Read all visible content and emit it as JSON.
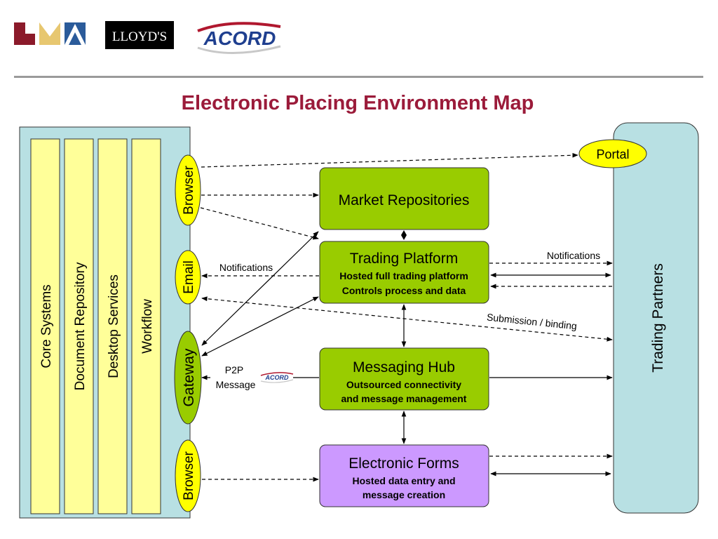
{
  "header": {
    "logo_lloyds": "LLOYD'S",
    "logo_acord": "ACORD",
    "title": "Electronic Placing Environment Map",
    "title_color": "#9b1b3a",
    "rule_color": "#9a9a9a"
  },
  "colors": {
    "panel": "#b8e0e3",
    "pillar": "#ffff99",
    "green": "#99cc00",
    "purple": "#cc99ff",
    "oval_yellow": "#ffff00",
    "oval_green": "#99cc00"
  },
  "left_panel": {
    "pillars": [
      "Core Systems",
      "Document Repository",
      "Desktop Services",
      "Workflow"
    ],
    "ovals": {
      "browser_top": "Browser",
      "email": "Email",
      "gateway": "Gateway",
      "browser_bottom": "Browser"
    }
  },
  "center": {
    "market": {
      "title": "Market Repositories"
    },
    "trading": {
      "title": "Trading Platform",
      "line1": "Hosted full trading platform",
      "line2": "Controls process and data"
    },
    "messaging": {
      "title": "Messaging Hub",
      "line1": "Outsourced connectivity",
      "line2": "and message management"
    },
    "forms": {
      "title": "Electronic Forms",
      "line1": "Hosted data entry and",
      "line2": "message creation"
    }
  },
  "right_panel": {
    "title": "Trading Partners",
    "portal": "Portal"
  },
  "connectors": {
    "notifications_left": "Notifications",
    "notifications_right": "Notifications",
    "submission": "Submission / binding",
    "p2p_line1": "P2P",
    "p2p_line2": "Message",
    "acord_small": "ACORD"
  }
}
